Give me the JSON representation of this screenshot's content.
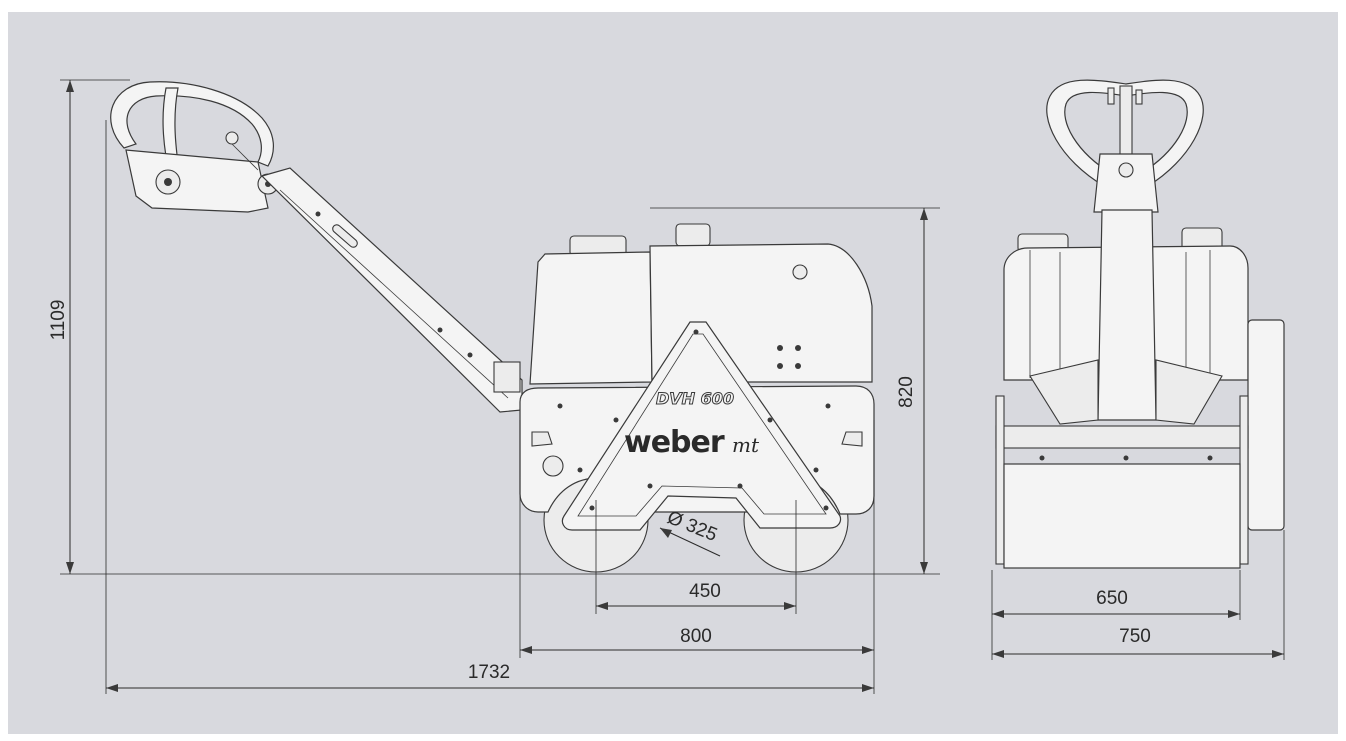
{
  "drawing": {
    "brand_main": "weber",
    "brand_suffix": "mt",
    "model": "DVH 600"
  },
  "dimensions": {
    "height_total": "1109",
    "height_body": "820",
    "drum_diameter": "Ø 325",
    "wheelbase": "450",
    "length_body": "800",
    "length_total": "1732",
    "drum_width": "650",
    "width_total": "750"
  },
  "colors": {
    "background": "#d8d9de",
    "line": "#2b2b2b",
    "machine_fill": "#f4f4f4"
  }
}
